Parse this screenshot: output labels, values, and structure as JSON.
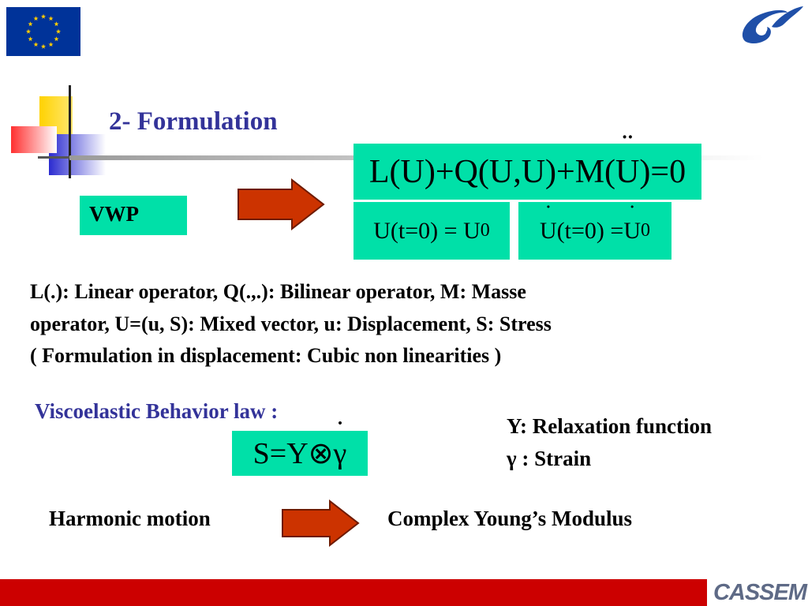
{
  "header": {
    "title": "2- Formulation",
    "colors": {
      "title": "#333399",
      "box": "#00e0a8",
      "arrow": "#cc3300",
      "footer": "#cc0000"
    }
  },
  "logos": {
    "left": "eu-flag-icon",
    "right": "fp6-logo-icon",
    "footer": "CASSEM"
  },
  "vwp": {
    "label": "VWP"
  },
  "equations": {
    "main": {
      "L": "L(U)+Q(U,U)+M(",
      "accented": "U",
      "R": ")=0"
    },
    "ic1": {
      "text": "U(t=0) = U",
      "sub": "0"
    },
    "ic2": {
      "pre": "",
      "accented": "U",
      "mid": "(t=0) = ",
      "accented2": "U",
      "sub": "0"
    },
    "visco": {
      "lhs": "S=Y⊗",
      "accented": "γ"
    }
  },
  "description": {
    "lines": [
      "L(.): Linear operator, Q(.,.): Bilinear operator, M: Masse",
      "operator, U=(u, S): Mixed vector, u: Displacement, S: Stress",
      "( Formulation in displacement: Cubic non linearities )"
    ]
  },
  "viscoelastic": {
    "title": "Viscoelastic Behavior law :",
    "legend": [
      "Y: Relaxation function",
      "γ : Strain"
    ]
  },
  "harmonic": {
    "left": "Harmonic motion",
    "right": "Complex Young’s Modulus"
  }
}
